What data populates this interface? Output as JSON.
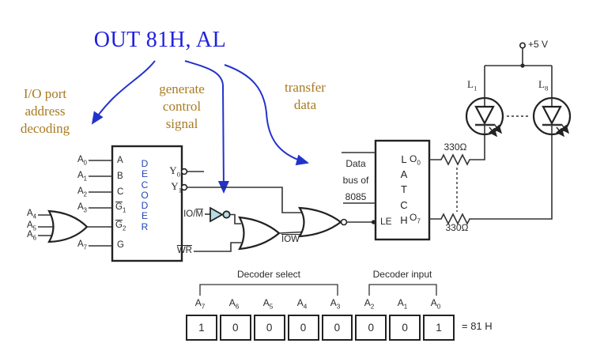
{
  "title": "OUT 81H, AL",
  "annotations": {
    "left": [
      "I/O port",
      "address",
      "decoding"
    ],
    "middle": [
      "generate",
      "control",
      "signal"
    ],
    "right": [
      "transfer",
      "data"
    ]
  },
  "decoder": {
    "label_vertical": "DECODER",
    "pins": {
      "a": "A",
      "b": "B",
      "c": "C",
      "g1": {
        "over": "G",
        "sub": "1"
      },
      "g2": {
        "over": "G",
        "sub": "2"
      },
      "g": "G"
    },
    "inputs": {
      "a0": {
        "base": "A",
        "sub": "0"
      },
      "a1": {
        "base": "A",
        "sub": "1"
      },
      "a2": {
        "base": "A",
        "sub": "2"
      },
      "a3": {
        "base": "A",
        "sub": "3"
      },
      "a4": {
        "base": "A",
        "sub": "4"
      },
      "a5": {
        "base": "A",
        "sub": "5"
      },
      "a6": {
        "base": "A",
        "sub": "6"
      },
      "a7": {
        "base": "A",
        "sub": "7"
      }
    },
    "outputs": {
      "y0": {
        "base": "Y",
        "sub": "0"
      },
      "y1": {
        "base": "Y",
        "sub": "1"
      }
    }
  },
  "control": {
    "io_m": {
      "pre": "IO/",
      "over": "M"
    },
    "wr": {
      "over": "WR"
    },
    "iow": {
      "over": "IOW"
    }
  },
  "latch": {
    "label_vertical": "LATCH",
    "databus": [
      "Data",
      "bus of",
      "8085"
    ],
    "le": "LE",
    "o0": {
      "base": "O",
      "sub": "0"
    },
    "o7": {
      "base": "O",
      "sub": "7"
    }
  },
  "output_stage": {
    "resistor_top": "330Ω",
    "resistor_bottom": "330Ω",
    "supply": "+5 V",
    "led_left": {
      "base": "L",
      "sub": "1"
    },
    "led_right": {
      "base": "L",
      "sub": "8"
    }
  },
  "table": {
    "select_header": "Decoder select",
    "input_header": "Decoder input",
    "bit_labels": [
      {
        "base": "A",
        "sub": "7"
      },
      {
        "base": "A",
        "sub": "6"
      },
      {
        "base": "A",
        "sub": "5"
      },
      {
        "base": "A",
        "sub": "4"
      },
      {
        "base": "A",
        "sub": "3"
      },
      {
        "base": "A",
        "sub": "2"
      },
      {
        "base": "A",
        "sub": "1"
      },
      {
        "base": "A",
        "sub": "0"
      }
    ],
    "bits": [
      "1",
      "0",
      "0",
      "0",
      "0",
      "0",
      "0",
      "1"
    ],
    "result": "= 81 H"
  },
  "colors": {
    "title": "#2222dd",
    "annotation": "#a87b22",
    "arrow": "#2233cc",
    "decoder_text": "#2244bb",
    "line": "#333333",
    "inverter_fill": "#b5dde6"
  }
}
